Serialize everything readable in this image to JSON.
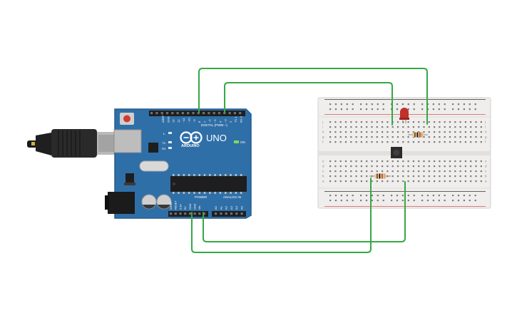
{
  "board": {
    "brand": "ARDUINO",
    "model": "UNO",
    "digital_header": "DIGITAL (PWM ~)",
    "power_header": "POWER",
    "analog_header": "ANALOG IN",
    "on_label": "ON",
    "l_label": "L",
    "tx_label": "TX",
    "rx_label": "RX",
    "top_pin_labels": [
      "AREF",
      "GND",
      "13",
      "12",
      "~11",
      "~10",
      "~9",
      "8",
      "7",
      "~6",
      "~5",
      "4",
      "~3",
      "2",
      "TX 1",
      "RX 0"
    ],
    "power_pin_labels": [
      "IOREF",
      "RESET",
      "3.3V",
      "5V",
      "GND",
      "GND",
      "Vin"
    ],
    "analog_pin_labels": [
      "A0",
      "A1",
      "A2",
      "A3",
      "A4",
      "A5"
    ],
    "colors": {
      "pcb": "#2f6fa8",
      "pcb_edge": "#245c8f",
      "header": "#222222"
    }
  },
  "breadboard": {
    "row_letters_top": [
      "j",
      "i",
      "h",
      "g",
      "f"
    ],
    "row_letters_bottom": [
      "e",
      "d",
      "c",
      "b",
      "a"
    ],
    "colors": {
      "body": "#efeeec",
      "rail_plus": "#d9534f",
      "rail_minus": "#333333",
      "hole": "#7b7b7b"
    }
  },
  "components": {
    "led_color": "#c0312a",
    "resistor_body": "#e2c79a",
    "button_cap": "#333333",
    "wire_color": "#36a845"
  }
}
